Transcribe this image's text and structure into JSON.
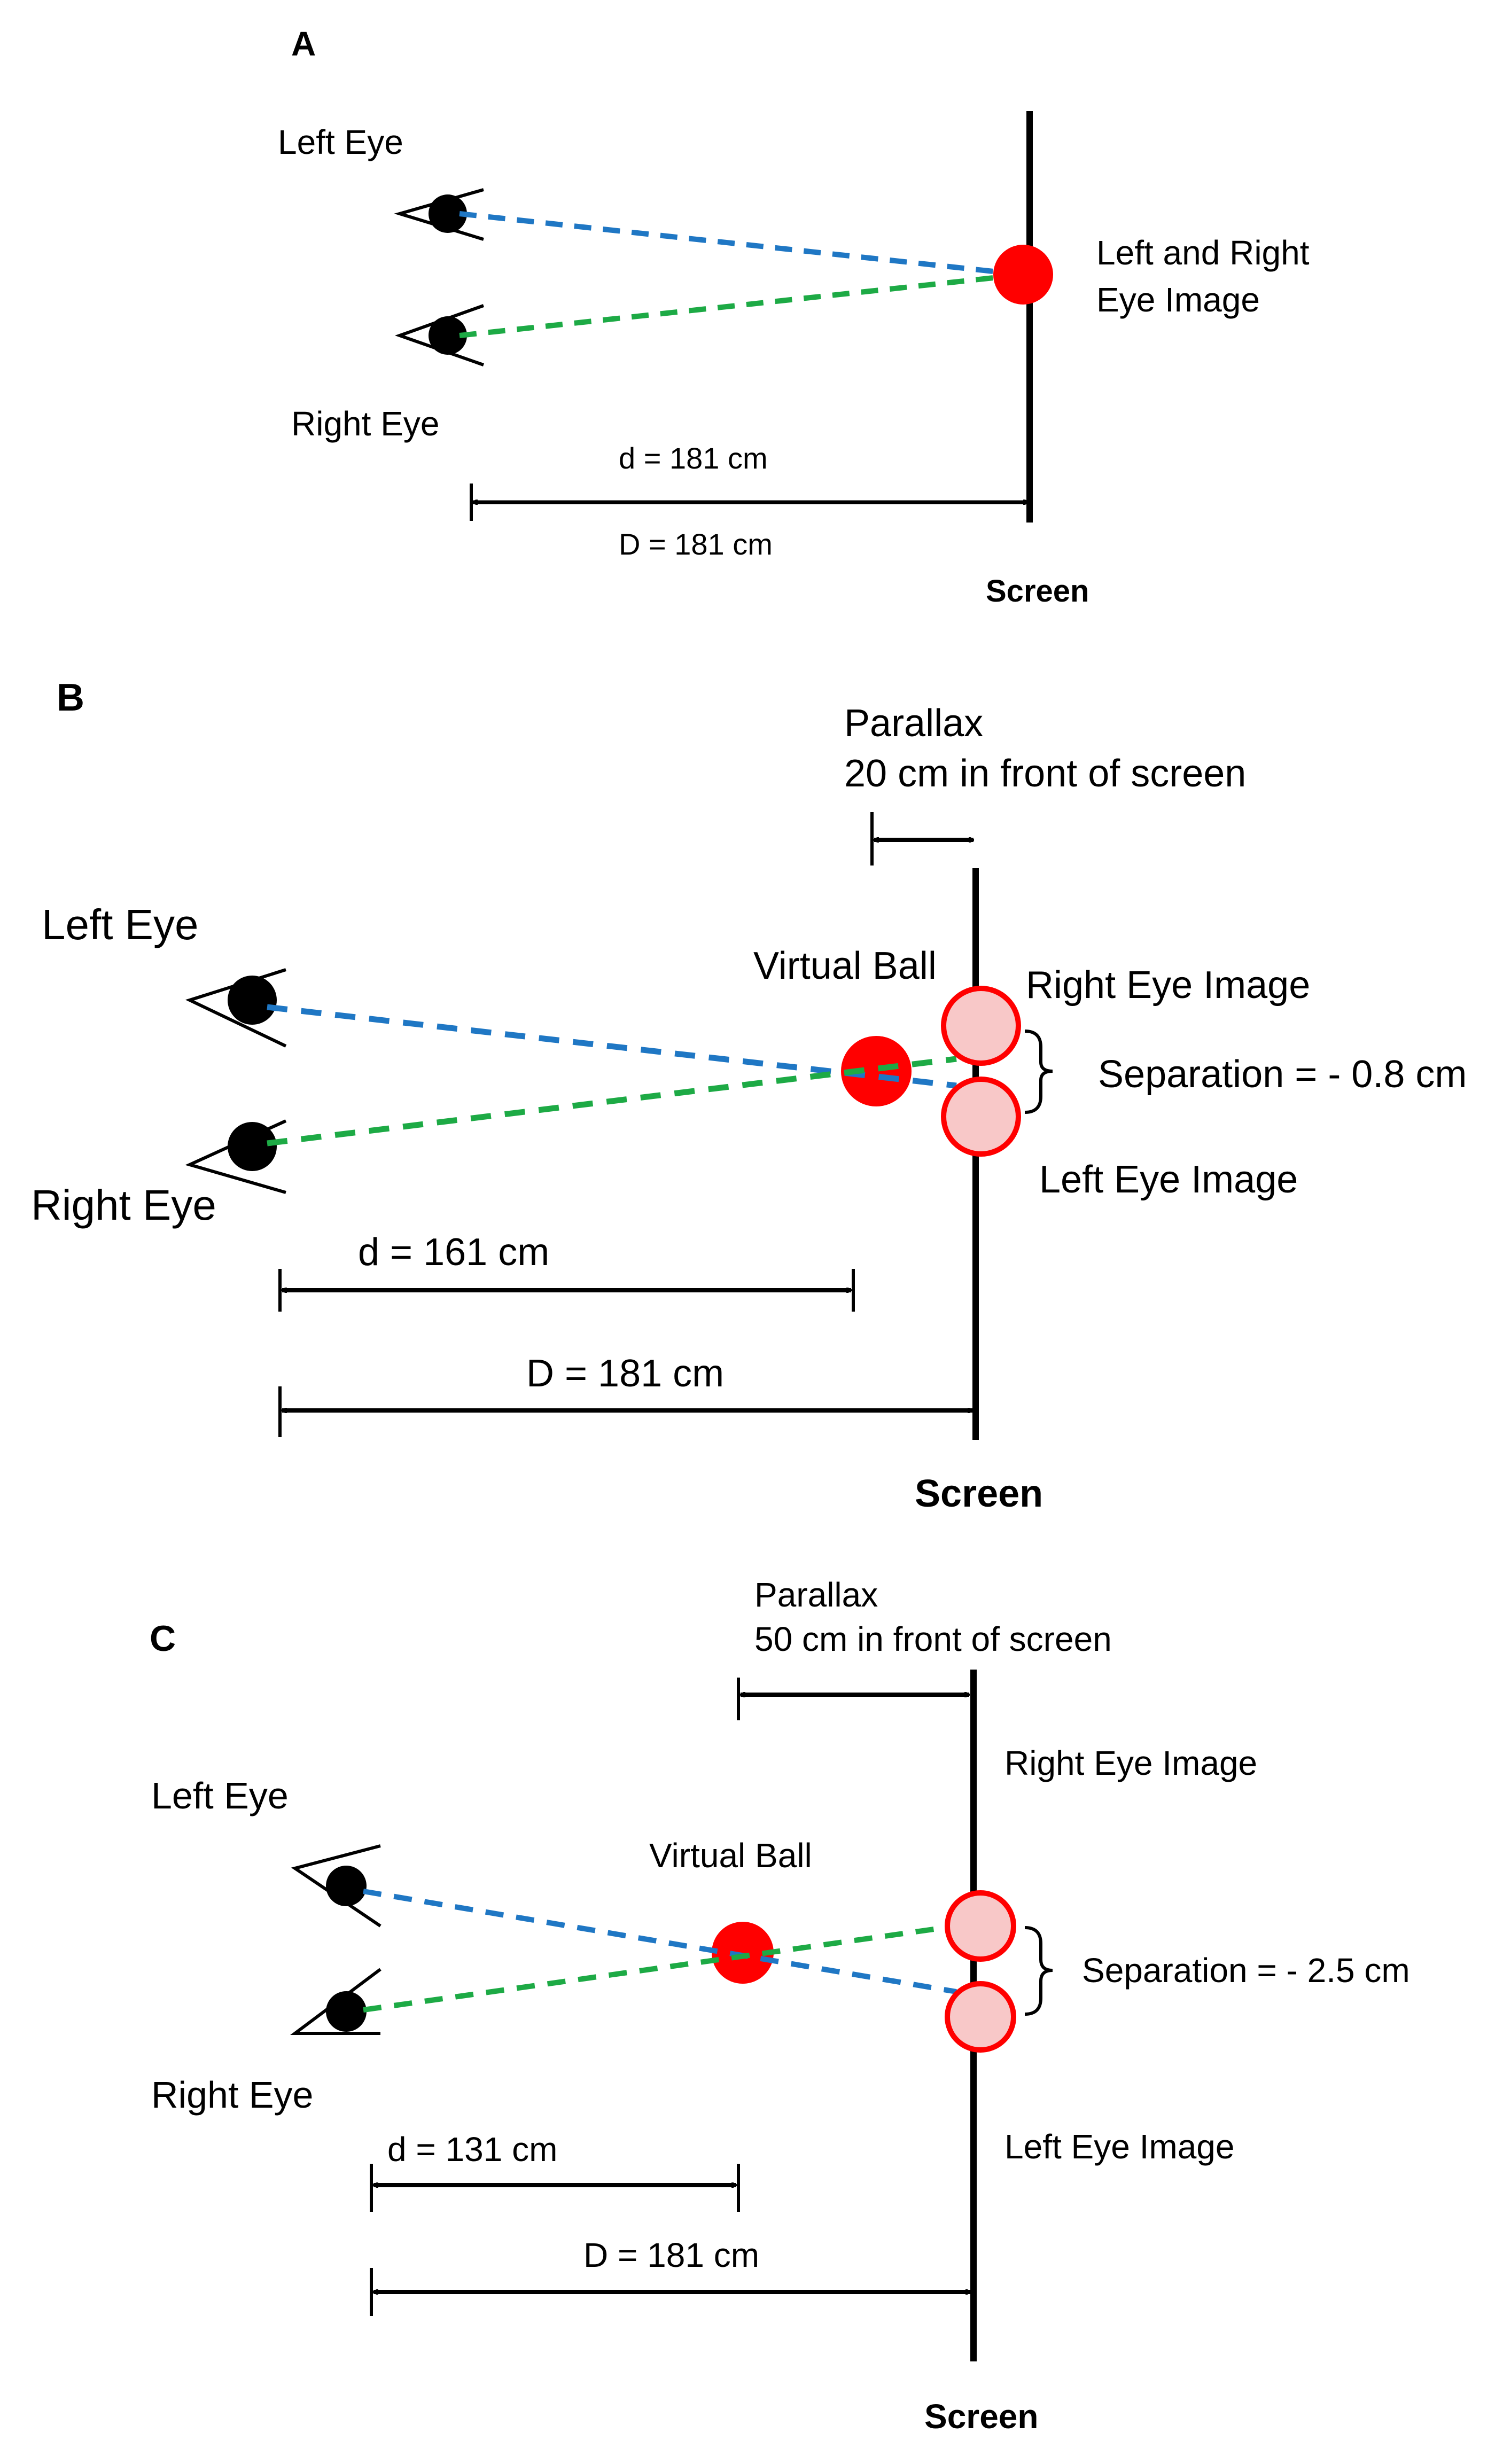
{
  "colors": {
    "ink": "#000000",
    "left_ray": "#1f77c4",
    "right_ray": "#1daa45",
    "ball": "#ff0000",
    "eye_image_fill": "#f8c8c8",
    "eye_image_stroke": "#ff0000"
  },
  "icons": {
    "eye": "eye-icon",
    "ball": "ball-icon",
    "eye_image": "eye-image-circle-icon"
  },
  "panels": [
    {
      "letter": "A",
      "left_eye": "Left Eye",
      "right_eye": "Right Eye",
      "image_label_1": "Left and Right",
      "image_label_2": "Eye Image",
      "d_label": "d = 181 cm",
      "D_label": "D = 181 cm",
      "screen": "Screen"
    },
    {
      "letter": "B",
      "parallax_1": "Parallax",
      "parallax_2": "20 cm in front of screen",
      "left_eye": "Left Eye",
      "right_eye": "Right Eye",
      "virtual_ball": "Virtual Ball",
      "right_image": "Right Eye Image",
      "left_image": "Left Eye Image",
      "separation": "Separation = - 0.8 cm",
      "d_label": "d = 161 cm",
      "D_label": "D = 181 cm",
      "screen": "Screen"
    },
    {
      "letter": "C",
      "parallax_1": "Parallax",
      "parallax_2": "50 cm in front of screen",
      "left_eye": "Left Eye",
      "right_eye": "Right Eye",
      "virtual_ball": "Virtual Ball",
      "right_image": "Right Eye Image",
      "left_image": "Left Eye Image",
      "separation": "Separation = - 2.5 cm",
      "d_label": "d = 131 cm",
      "D_label": "D = 181 cm",
      "screen": "Screen"
    }
  ]
}
